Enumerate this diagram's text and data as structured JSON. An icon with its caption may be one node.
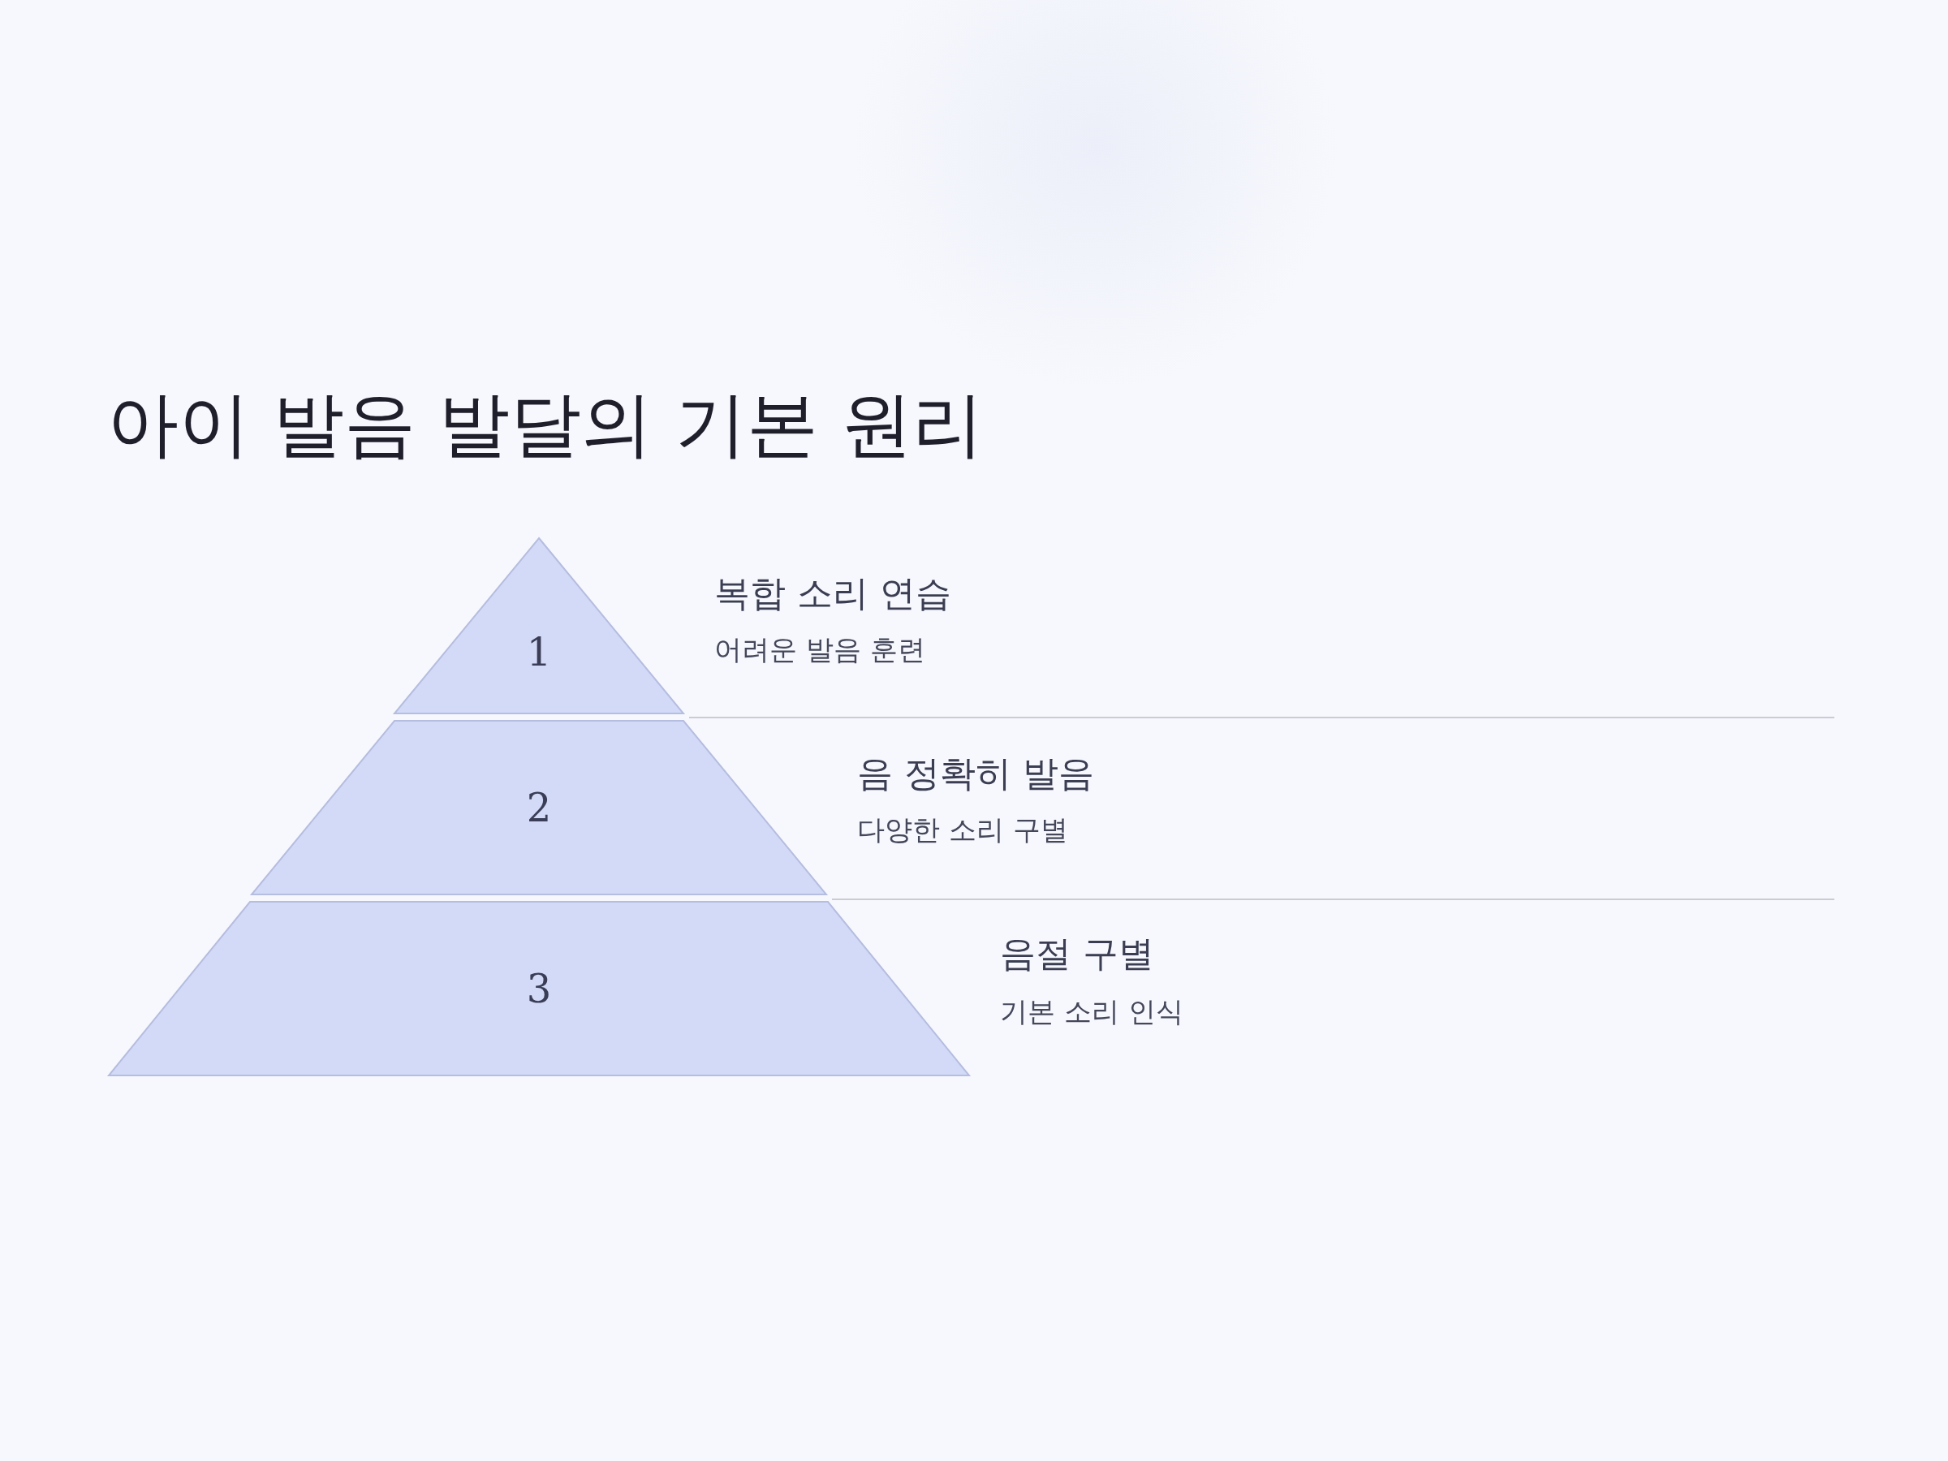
{
  "diagram": {
    "title": "아이 발음 발달의 기본 원리",
    "nodes": [
      {
        "text": [
          "1"
        ],
        "beside": [
          "복합 소리 연습",
          "어려운 발음 훈련"
        ]
      },
      {
        "text": [
          "2"
        ],
        "beside": [
          "음 정확히 발음",
          "다양한 소리 구별"
        ]
      },
      {
        "text": [
          "3"
        ],
        "beside": [
          "음절 구별",
          "기본 소리 인식"
        ]
      }
    ]
  }
}
